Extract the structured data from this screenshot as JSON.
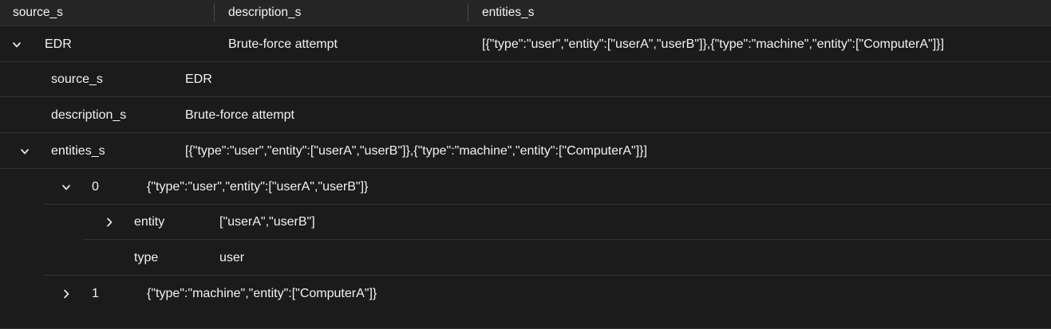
{
  "header": {
    "columns": [
      {
        "label": "source_s"
      },
      {
        "label": "description_s"
      },
      {
        "label": "entities_s"
      }
    ]
  },
  "record": {
    "expanded": true,
    "source_s": "EDR",
    "description_s": "Brute-force attempt",
    "entities_s": "[{\"type\":\"user\",\"entity\":[\"userA\",\"userB\"]},{\"type\":\"machine\",\"entity\":[\"ComputerA\"]}]"
  },
  "details": {
    "source_row": {
      "key": "source_s",
      "value": "EDR"
    },
    "description_row": {
      "key": "description_s",
      "value": "Brute-force attempt"
    },
    "entities_row": {
      "key": "entities_s",
      "value": "[{\"type\":\"user\",\"entity\":[\"userA\",\"userB\"]},{\"type\":\"machine\",\"entity\":[\"ComputerA\"]}]"
    },
    "item0": {
      "index": "0",
      "value": "{\"type\":\"user\",\"entity\":[\"userA\",\"userB\"]}"
    },
    "item0_entity": {
      "key": "entity",
      "value": "[\"userA\",\"userB\"]"
    },
    "item0_type": {
      "key": "type",
      "value": "user"
    },
    "item1": {
      "index": "1",
      "value": "{\"type\":\"machine\",\"entity\":[\"ComputerA\"]}"
    }
  },
  "colors": {
    "background": "#1b1b1b",
    "header_background": "#252526",
    "separator": "#333333",
    "text": "#f2f2f2",
    "column_divider": "#4a4a4a"
  }
}
